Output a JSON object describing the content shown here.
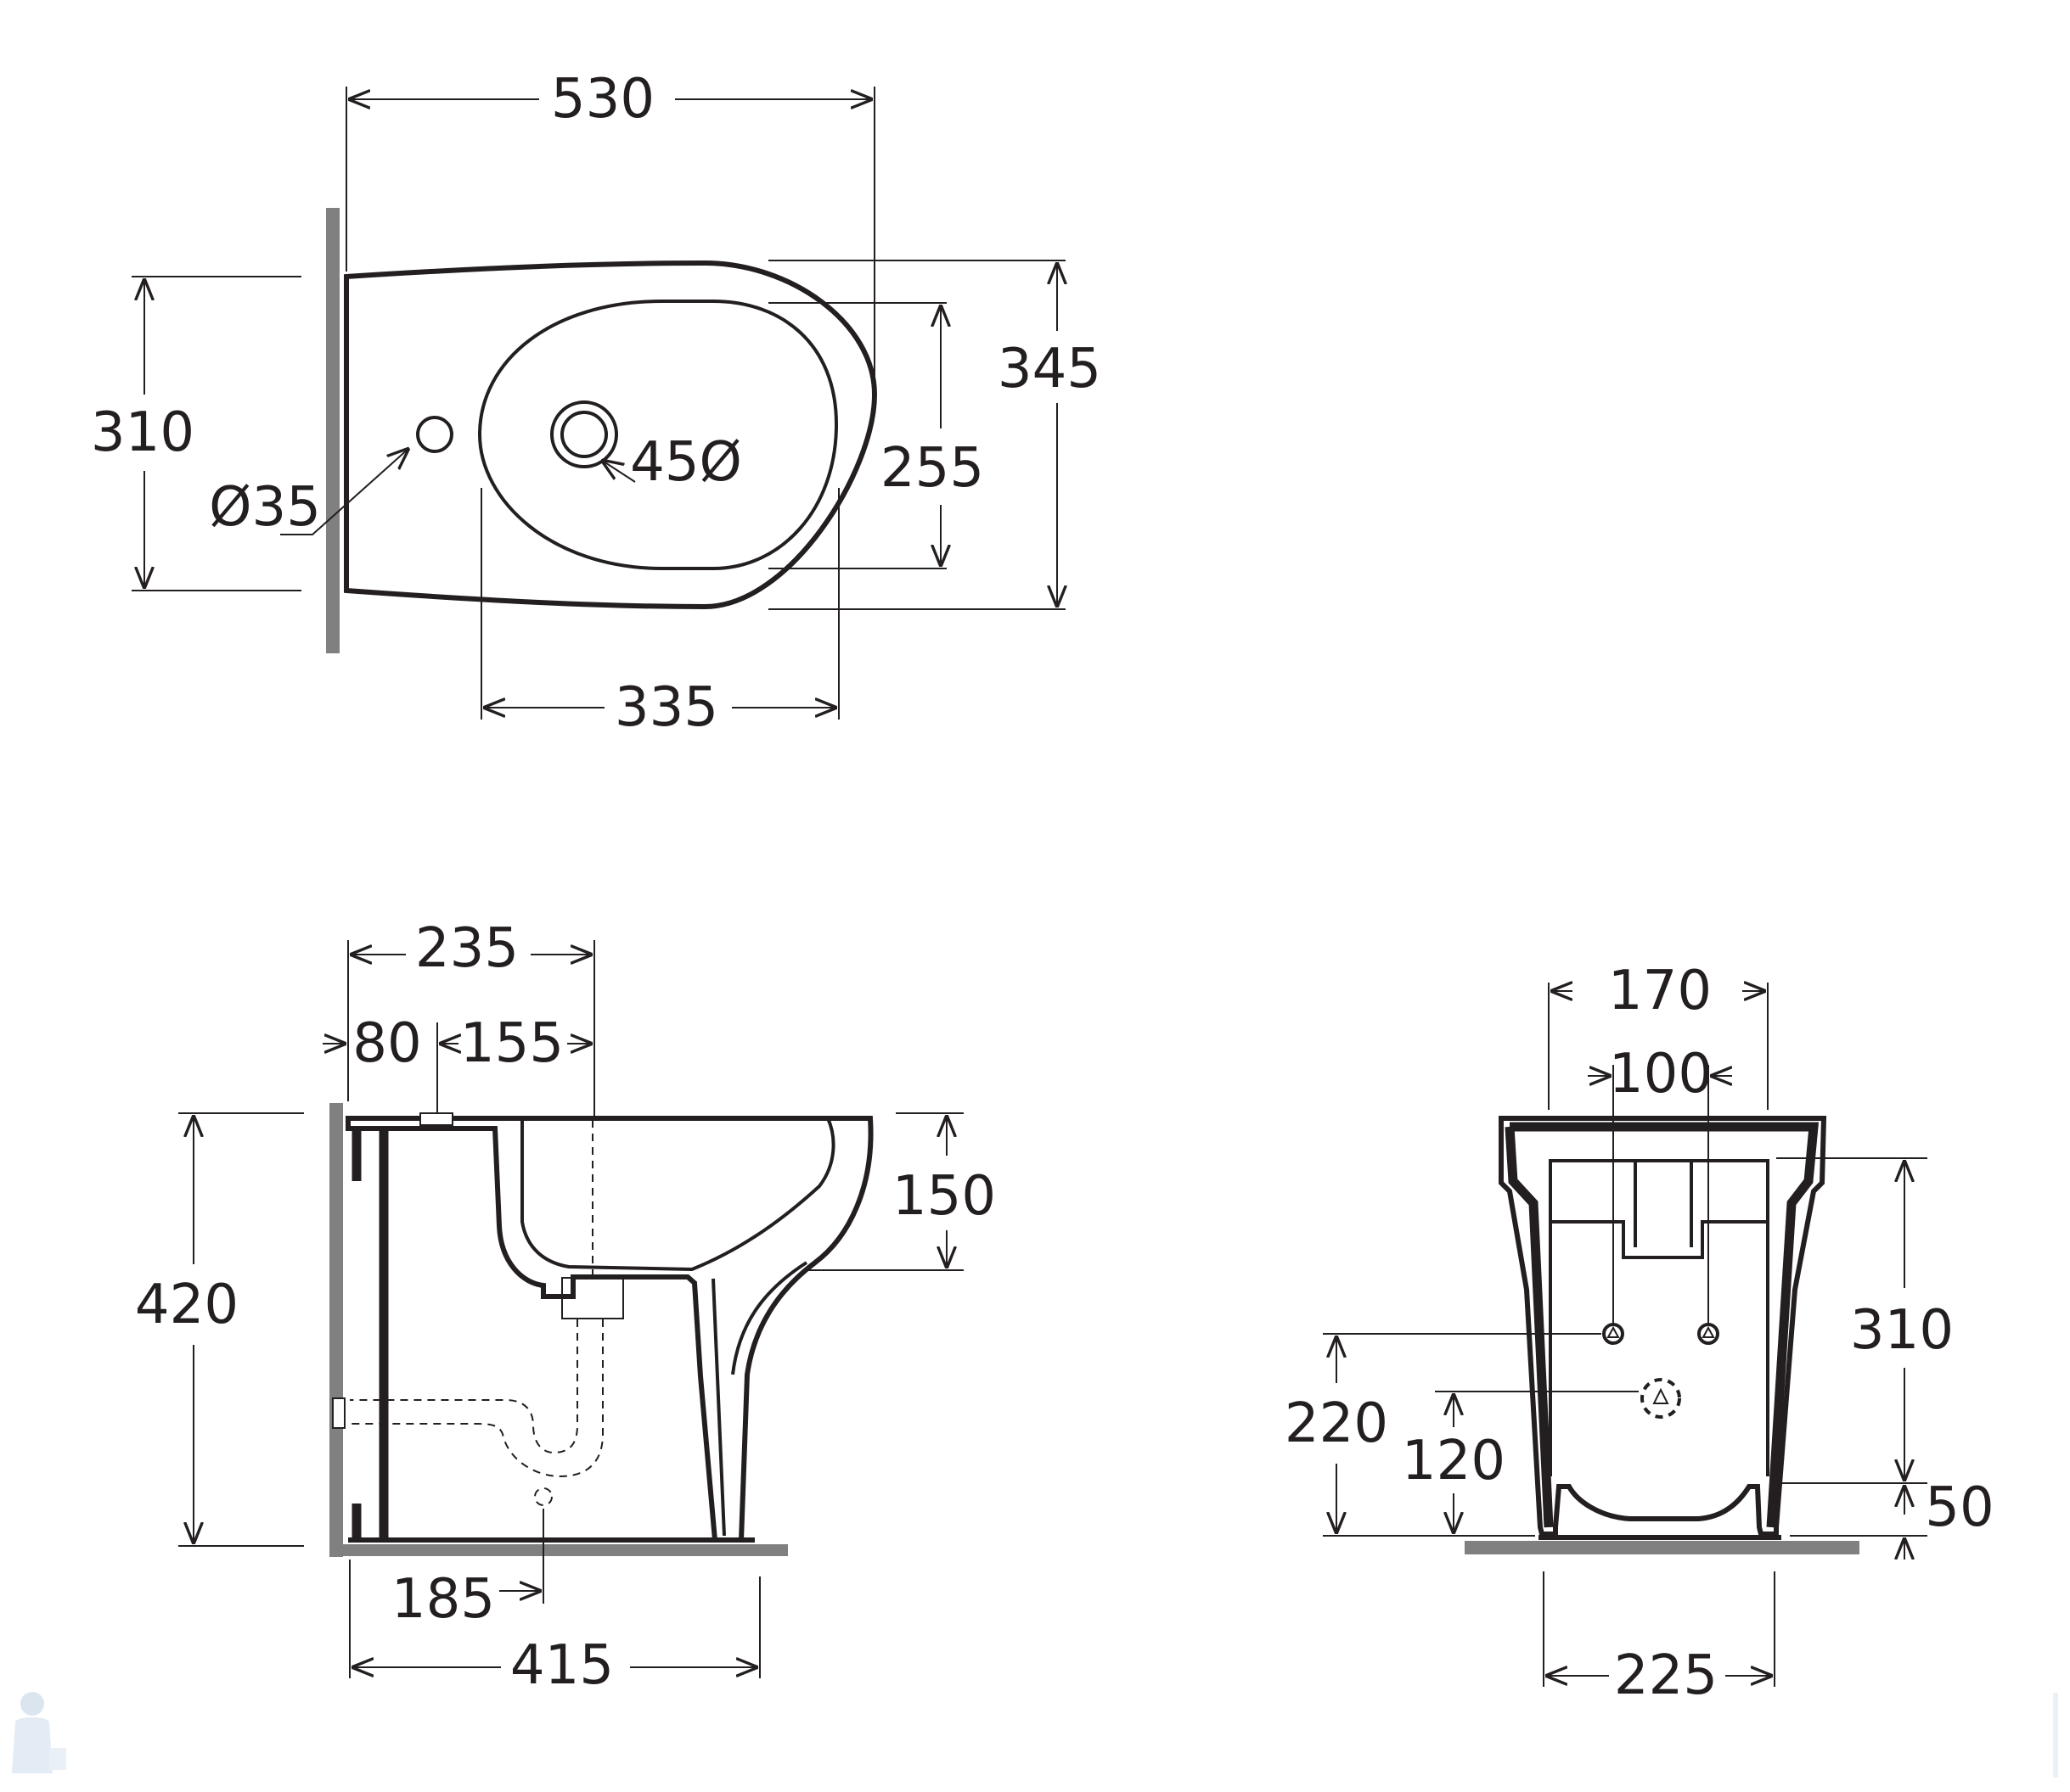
{
  "top_view": {
    "overall_length": "530",
    "overall_width": "310",
    "rear_width": "345",
    "bowl_width": "255",
    "bowl_length": "335",
    "tap_hole_diameter": "Ø35",
    "drain_diameter": "45Ø"
  },
  "side_view": {
    "overall_height": "420",
    "bowl_depth": "150",
    "wall_to_drain_axis": "235",
    "wall_to_tap_hole": "80",
    "tap_hole_to_drain": "155",
    "floor_outlet_offset": "185",
    "foot_length": "415"
  },
  "rear_view": {
    "top_width": "170",
    "inlet_spacing": "100",
    "inlet_height": "220",
    "outlet_height": "120",
    "frame_height": "310",
    "base_height": "50",
    "foot_width": "225"
  },
  "colors": {
    "line": "#231f20",
    "wall": "#808080"
  }
}
